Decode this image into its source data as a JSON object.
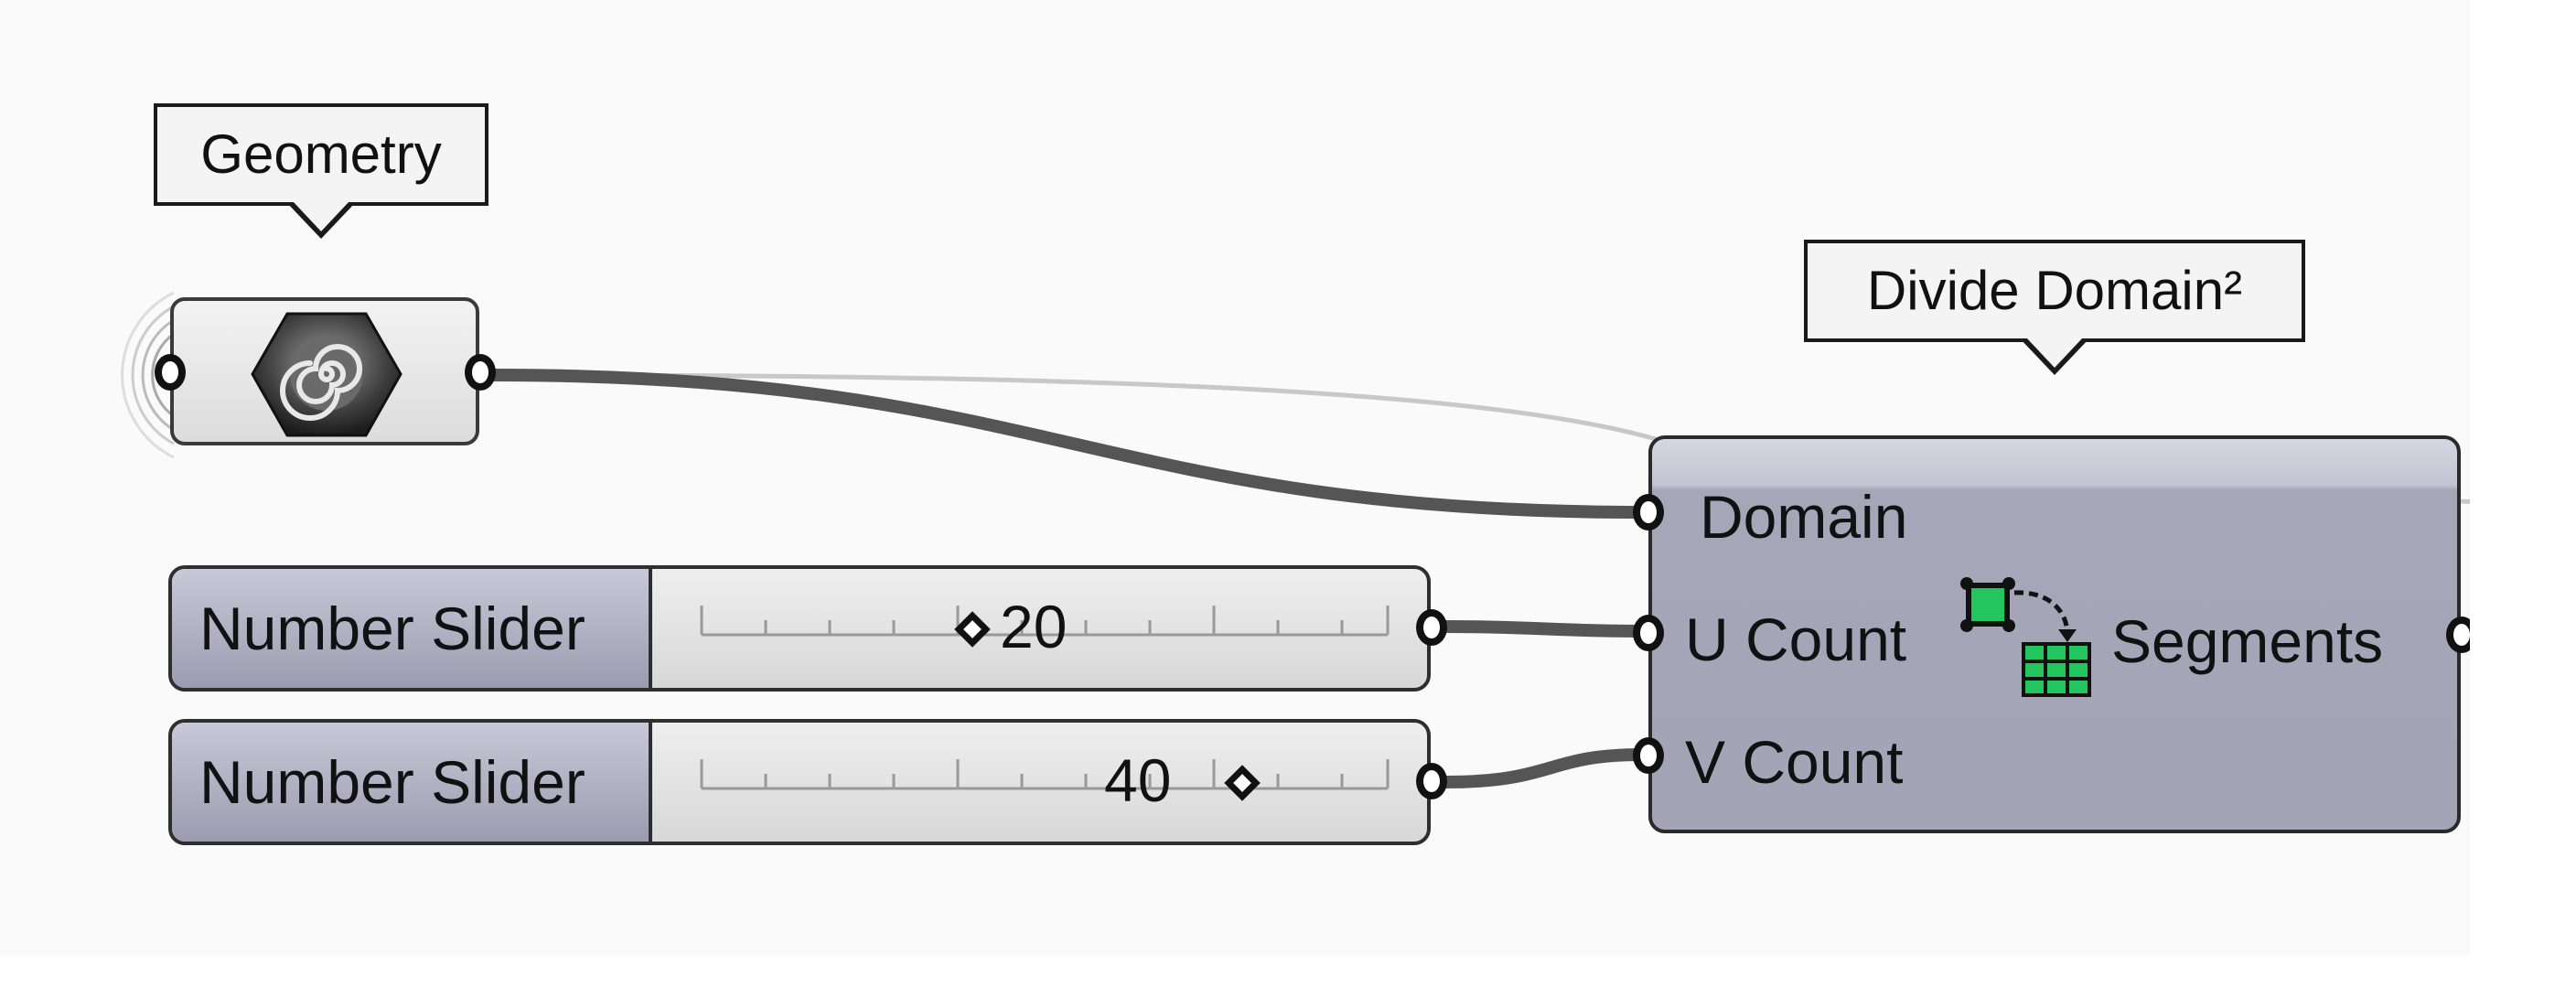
{
  "canvas": {
    "background": "#fafafa",
    "wire_color": "#555555",
    "selected_wire_color": "#c8c8c8"
  },
  "geometry": {
    "tooltip": "Geometry",
    "icon": "geometry-hexagon-spiral-icon"
  },
  "sliders": [
    {
      "label": "Number Slider",
      "value": "20",
      "value_fraction": 0.4
    },
    {
      "label": "Number Slider",
      "value": "40",
      "value_fraction": 0.8
    }
  ],
  "divide_domain": {
    "tooltip": "Divide Domain²",
    "inputs": [
      "Domain",
      "U Count",
      "V Count"
    ],
    "output": "Segments",
    "icon": "divide-domain-grid-icon",
    "body_color": "#a4a4b6"
  }
}
